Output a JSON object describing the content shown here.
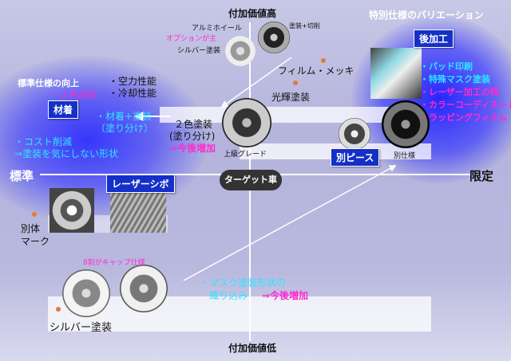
{
  "axis": {
    "top": "付加価値高",
    "bottom": "付加価値低",
    "left": "標準",
    "right": "限定"
  },
  "titles": {
    "standard_improve": "標準仕様の向上",
    "special_variation": "特別仕様のバリエーション"
  },
  "boxes": {
    "material": "材着",
    "laser": "レーザーシボ",
    "post_process": "後加工",
    "separate_piece": "別ピース"
  },
  "target": "ターゲット車",
  "labels": {
    "aluminum_wheel": "アルミホイール",
    "option_main": "オプションが主",
    "silver_paint_small": "シルバー塗装",
    "paint_cut": "塗装+切削",
    "film_plating": "フィルム・メッキ",
    "bright_paint": "光輝塗装",
    "two_color_line1": "２色塗装",
    "two_color_line2": "(塗り分け)",
    "future_increase": "⇒今後増加",
    "upper_grade": "上級グレード",
    "special_spec": "別仕様",
    "aero": "・空力性能",
    "cooling": "・冷却性能",
    "two_color_molding": "・２色成形",
    "material_paint_line1": "・材着+塗装",
    "material_paint_line2": "（塗り分け）",
    "cost_line1": "・コスト削減",
    "cost_line2": "⇒塗装を気にしない形状",
    "separate_mark_line1": "別体",
    "separate_mark_line2": "マーク",
    "cap_80": "8割がキャップ仕様",
    "mask_line1": "・マスク塗装形状の",
    "mask_line2": "織り込み",
    "mask_future": "⇒今後増加",
    "silver_paint": "シルバー塗装"
  },
  "post_process_items": [
    {
      "text": "・パッド印刷",
      "color": "#2ee6ff"
    },
    {
      "text": "・特殊マスク塗装",
      "color": "#2ee6ff"
    },
    {
      "text": "・レーザー加工の柄",
      "color": "#ff2bd0"
    },
    {
      "text": "・カラーコーディネート",
      "color": "#ff2bd0"
    },
    {
      "text": "・ラッピングフィルム",
      "color": "#ff2bd0"
    }
  ]
}
